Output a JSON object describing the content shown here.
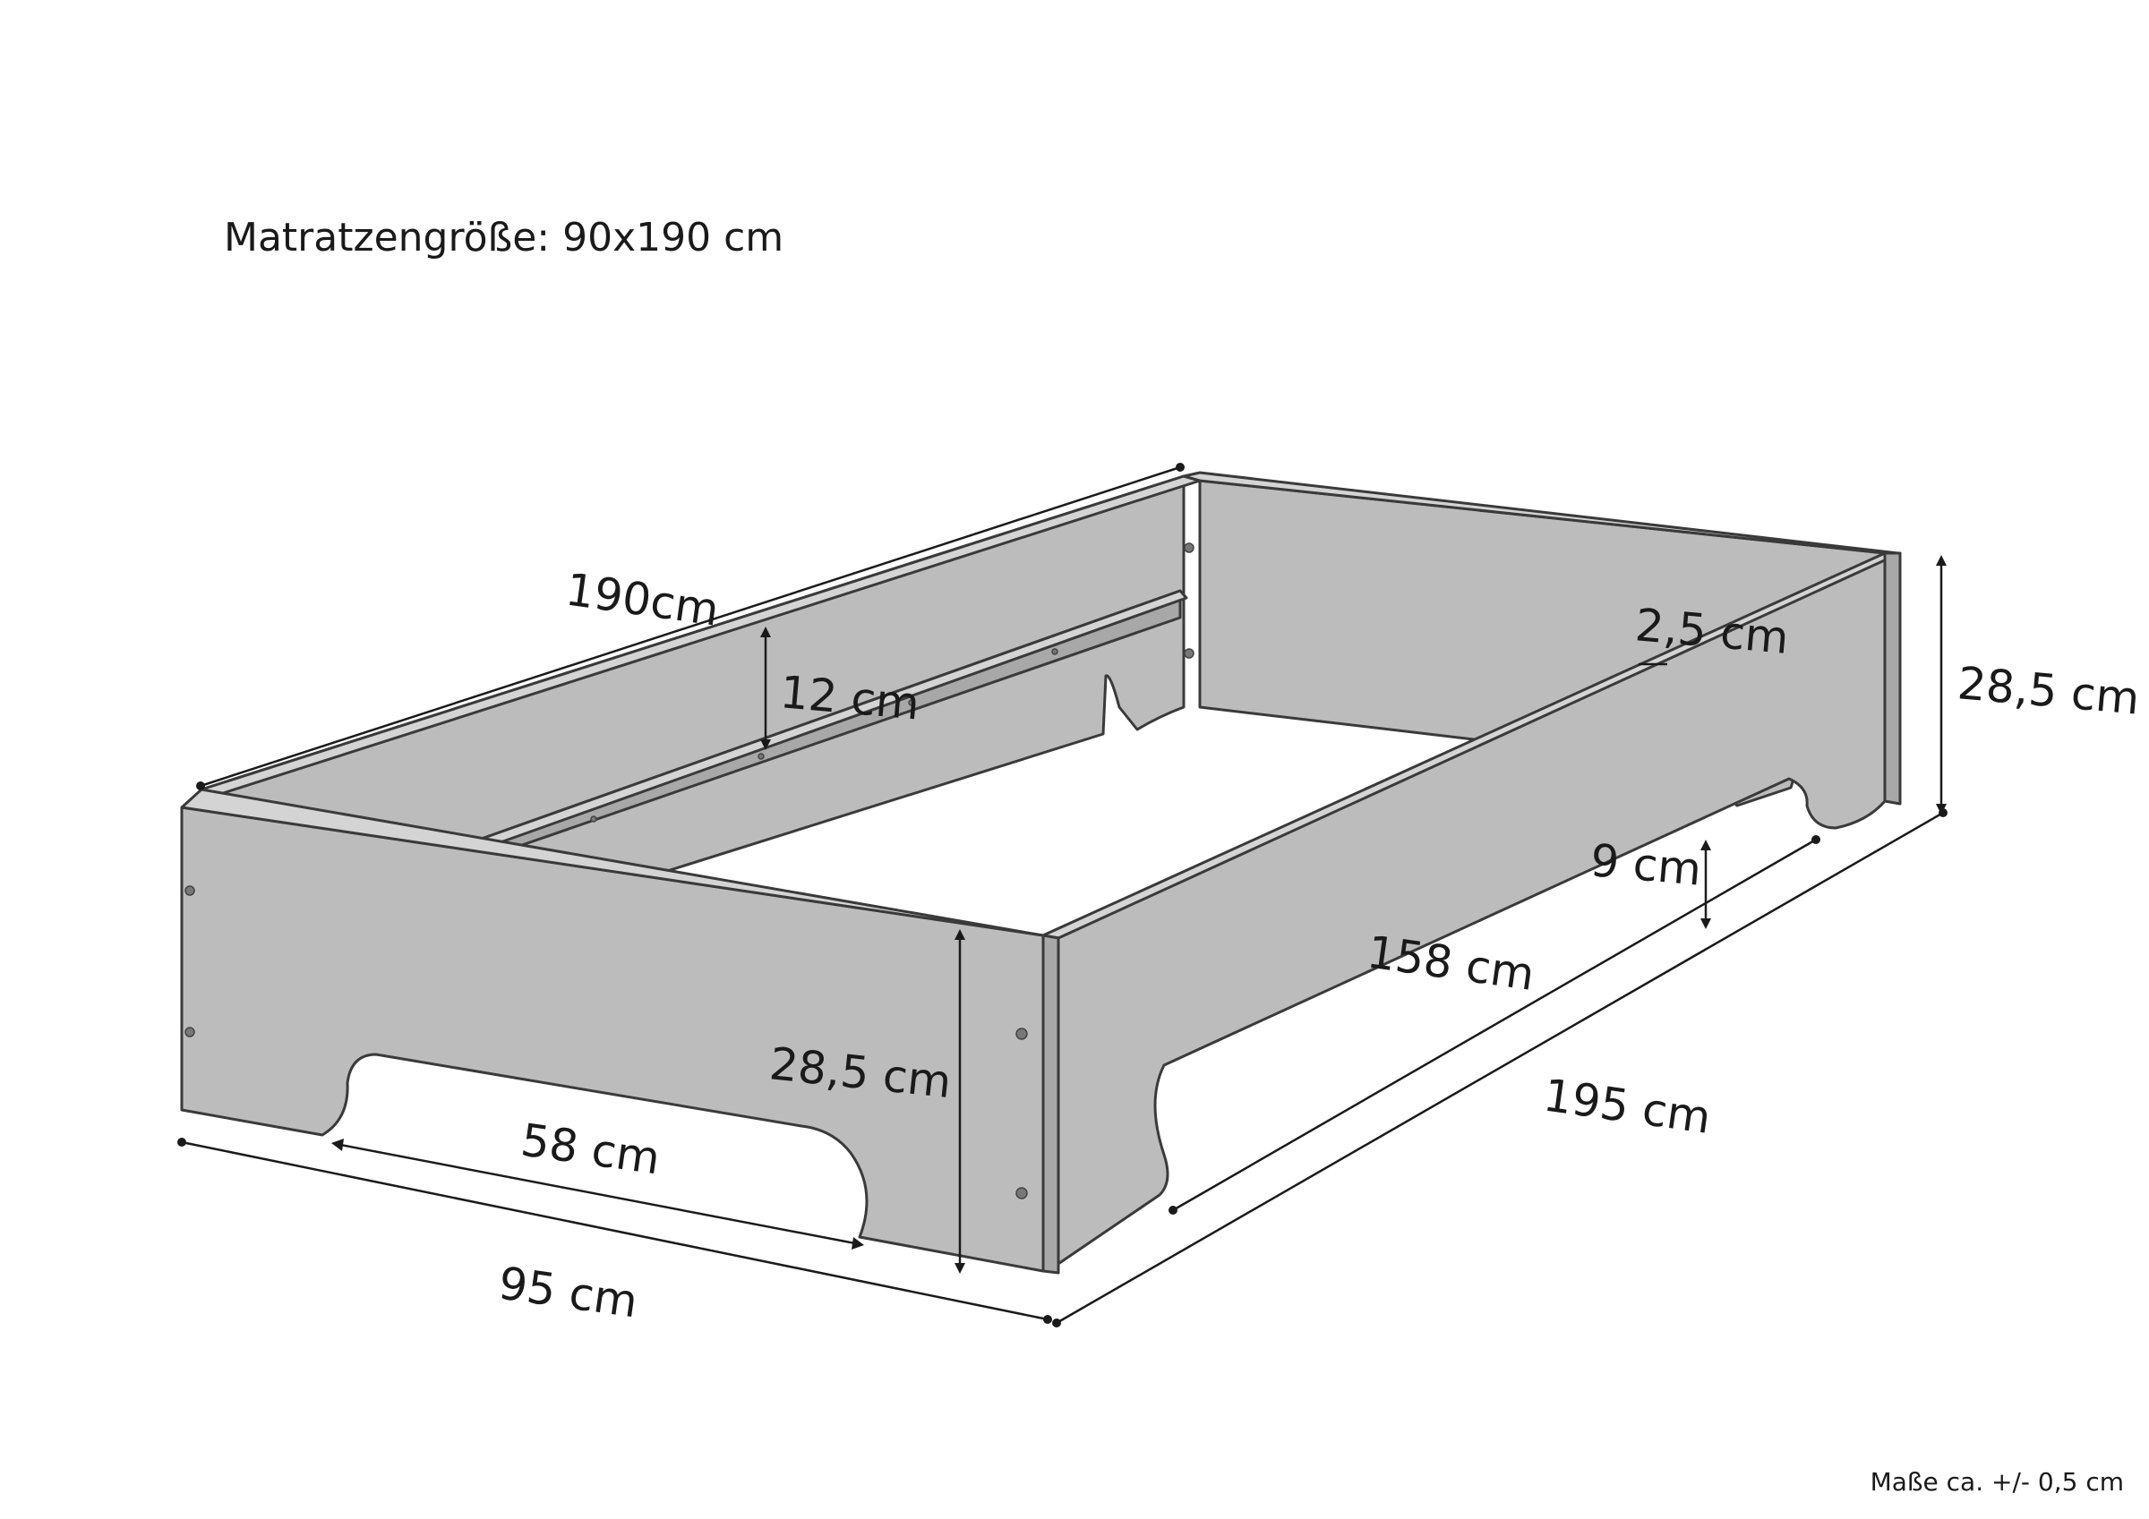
{
  "header": {
    "mattress_size": "Matratzengröße: 90x190 cm"
  },
  "footer": {
    "tolerance": "Maße ca. +/- 0,5 cm"
  },
  "dimensions": {
    "length_top": "190cm",
    "slat_height": "12 cm",
    "panel_thickness": "2,5 cm",
    "height_right": "28,5 cm",
    "cutout_height": "9 cm",
    "inner_length": "158 cm",
    "height_front": "28,5 cm",
    "total_length": "195 cm",
    "cutout_width": "58 cm",
    "total_width": "95 cm"
  },
  "colors": {
    "panel": "#bcbcbc",
    "panel_shade": "#a8a8a8",
    "edge": "#3a3a3a",
    "text": "#1a1a1a"
  }
}
